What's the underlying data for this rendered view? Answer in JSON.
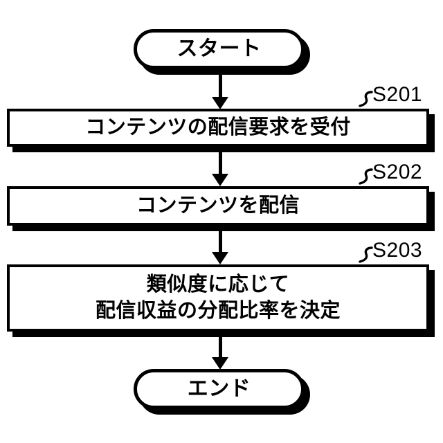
{
  "diagram": {
    "type": "flowchart",
    "orientation": "vertical",
    "background_color": "#ffffff",
    "line_color": "#000000",
    "text_color": "#000000",
    "start": {
      "label": "スタート",
      "shape": "terminator"
    },
    "end": {
      "label": "エンド",
      "shape": "terminator"
    },
    "steps": [
      {
        "ref": "S201",
        "shape": "process",
        "line1": "コンテンツの配信要求を受付",
        "line2": ""
      },
      {
        "ref": "S202",
        "shape": "process",
        "line1": "コンテンツを配信",
        "line2": ""
      },
      {
        "ref": "S203",
        "shape": "process",
        "line1": "類似度に応じて",
        "line2": "配信収益の分配比率を決定"
      }
    ]
  }
}
